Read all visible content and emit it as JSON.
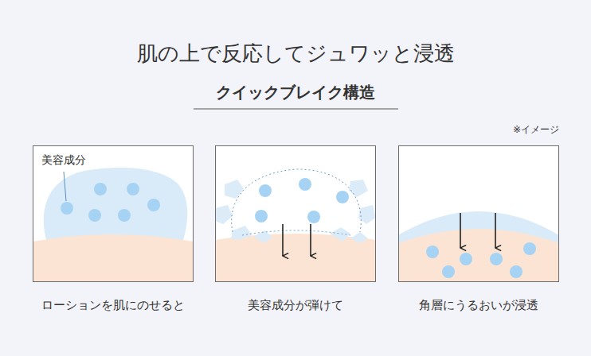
{
  "diagram": {
    "title": "肌の上で反応してジュワッと浸透",
    "nodes": [
      {
        "text": [
          "ローションを肌にのせると"
        ]
      },
      {
        "text": [
          "美容成分が弾けて"
        ]
      },
      {
        "text": [
          "角層にうるおいが浸透"
        ]
      }
    ],
    "labels": [
      "クイックブレイク構造",
      "※イメージ",
      "美容成分"
    ]
  }
}
